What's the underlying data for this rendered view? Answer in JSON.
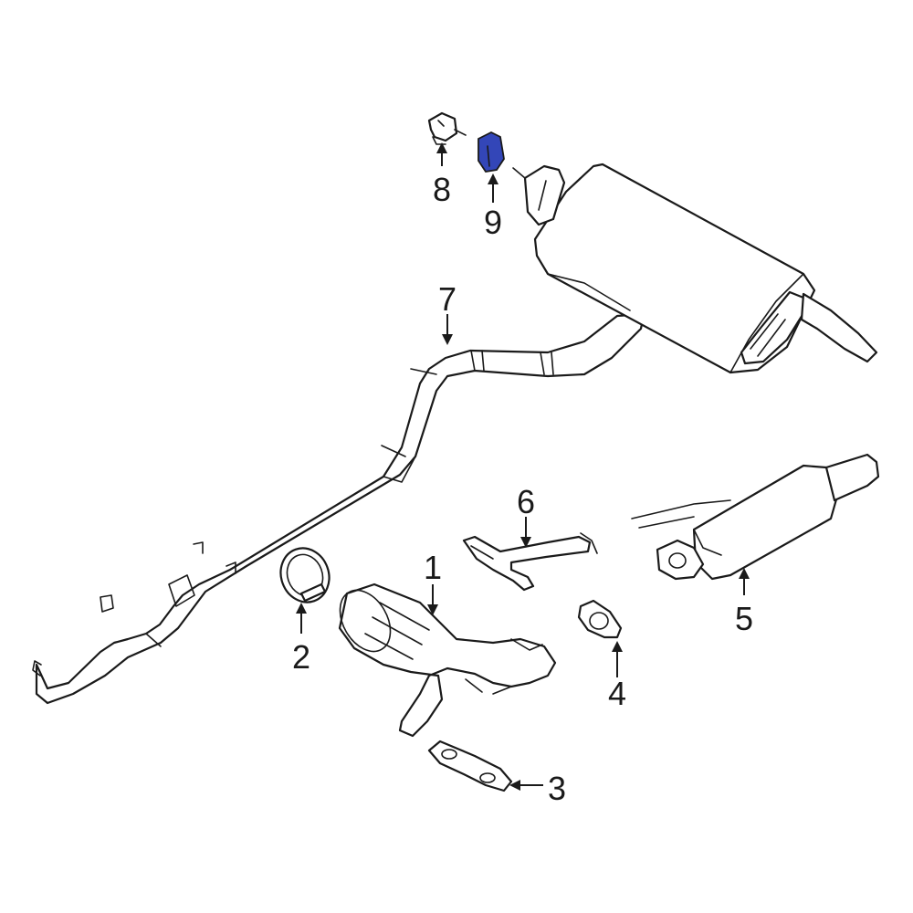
{
  "diagram": {
    "highlight_color": "#3346b8",
    "callouts": [
      {
        "id": "1",
        "label": "1"
      },
      {
        "id": "2",
        "label": "2"
      },
      {
        "id": "3",
        "label": "3"
      },
      {
        "id": "4",
        "label": "4"
      },
      {
        "id": "5",
        "label": "5"
      },
      {
        "id": "6",
        "label": "6"
      },
      {
        "id": "7",
        "label": "7"
      },
      {
        "id": "8",
        "label": "8"
      },
      {
        "id": "9",
        "label": "9"
      }
    ]
  }
}
